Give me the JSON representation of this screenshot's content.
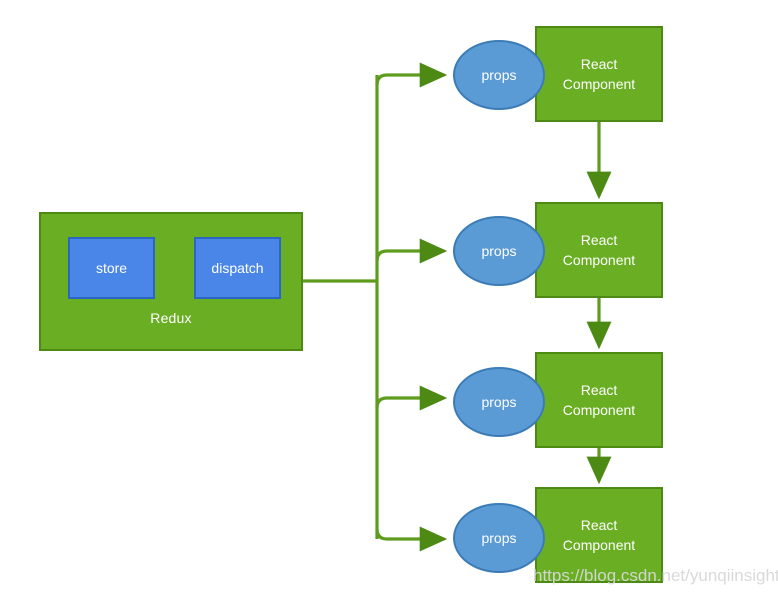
{
  "diagram": {
    "title": "Redux to React Components props flow",
    "colors": {
      "green_fill": "#69AE23",
      "green_border": "#4C8A14",
      "blue_ellipse_fill": "#5B9BD5",
      "blue_ellipse_border": "#3C7CB6",
      "blue_box_fill": "#4A86E8",
      "blue_box_border": "#2B66C4",
      "connector": "#5E9C1E",
      "text": "#ffffff",
      "background": "#ffffff",
      "watermark": "#d8d8d8"
    },
    "redux": {
      "label": "Redux",
      "children": [
        {
          "label": "store"
        },
        {
          "label": "dispatch"
        }
      ]
    },
    "branches": [
      {
        "props_label": "props",
        "component_line1": "React",
        "component_line2": "Component"
      },
      {
        "props_label": "props",
        "component_line1": "React",
        "component_line2": "Component"
      },
      {
        "props_label": "props",
        "component_line1": "React",
        "component_line2": "Component"
      },
      {
        "props_label": "props",
        "component_line1": "React",
        "component_line2": "Component"
      }
    ],
    "watermark": "https://blog.csdn.net/yunqiinsight"
  }
}
